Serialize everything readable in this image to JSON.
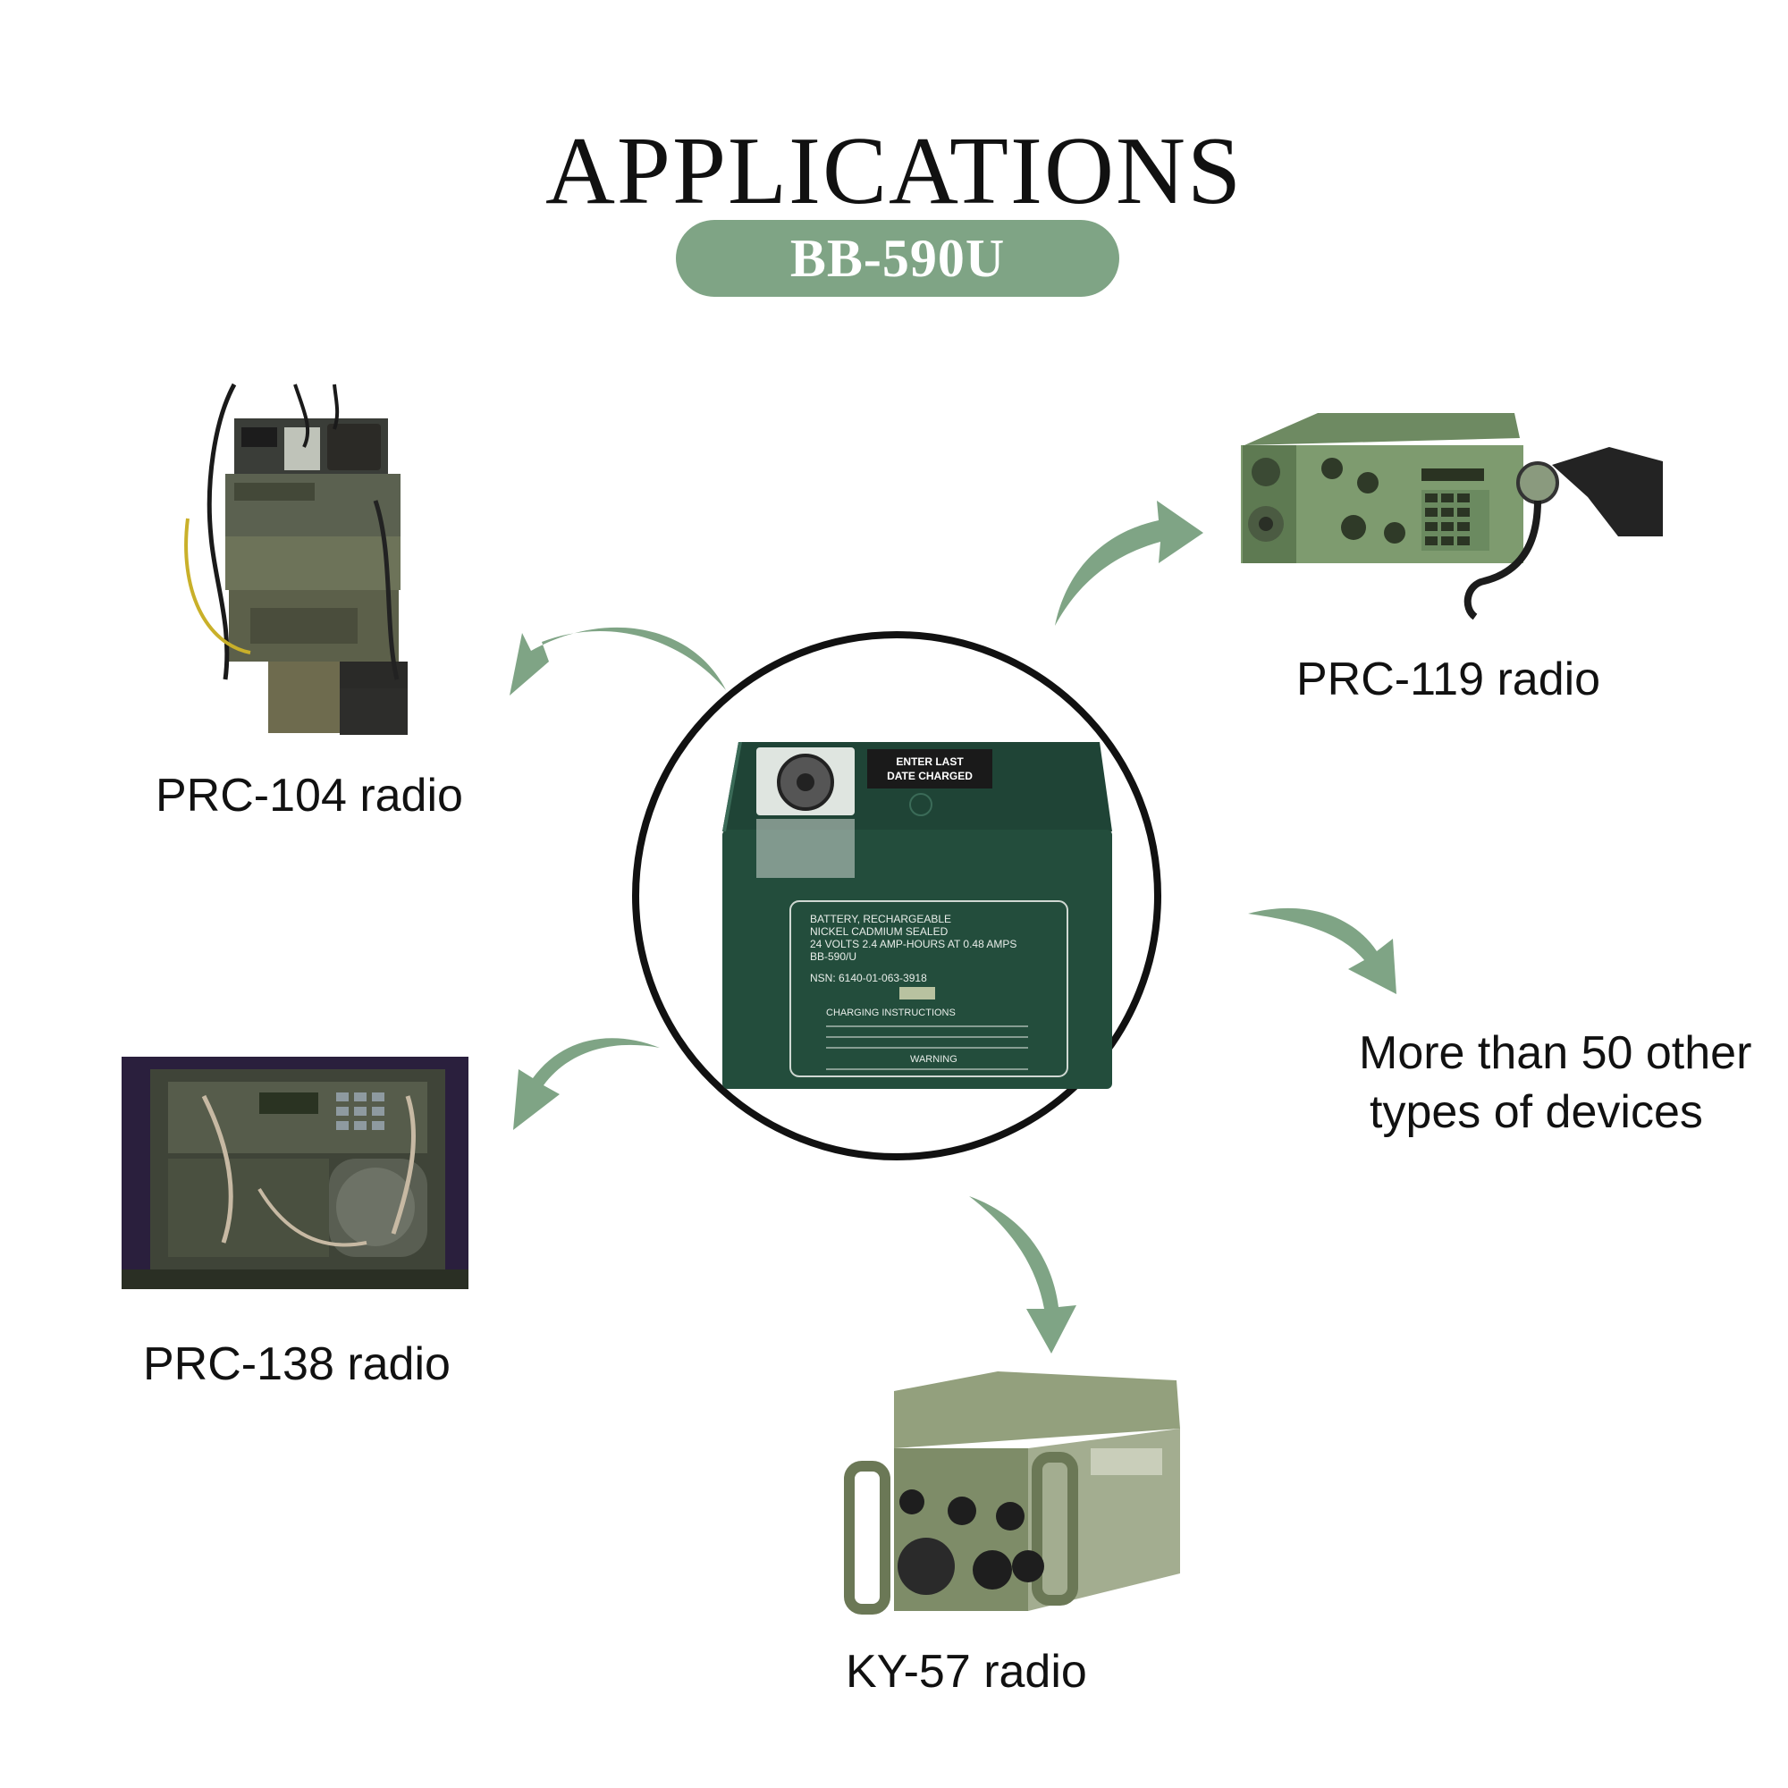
{
  "header": {
    "title": "APPLICATIONS",
    "model": "BB-590U"
  },
  "colors": {
    "accent_green": "#7fa485",
    "battery_green": "#234d3c"
  },
  "battery": {
    "label_top": "ENTER LAST DATE CHARGED",
    "spec_lines": [
      "BATTERY, RECHARGEABLE",
      "NICKEL CADMIUM SEALED",
      "24 VOLTS 2.4 AMP-HOURS AT 0.48 AMPS",
      "BB-590/U"
    ],
    "nsn": "NSN: 6140-01-063-3918",
    "charging_title": "CHARGING INSTRUCTIONS",
    "warning_title": "WARNING"
  },
  "devices": [
    {
      "name": "PRC-104 radio"
    },
    {
      "name": "PRC-119 radio"
    },
    {
      "name": "PRC-138 radio"
    },
    {
      "name": "KY-57 radio"
    },
    {
      "name_line1": "More than 50 other",
      "name_line2": "types of devices"
    }
  ]
}
